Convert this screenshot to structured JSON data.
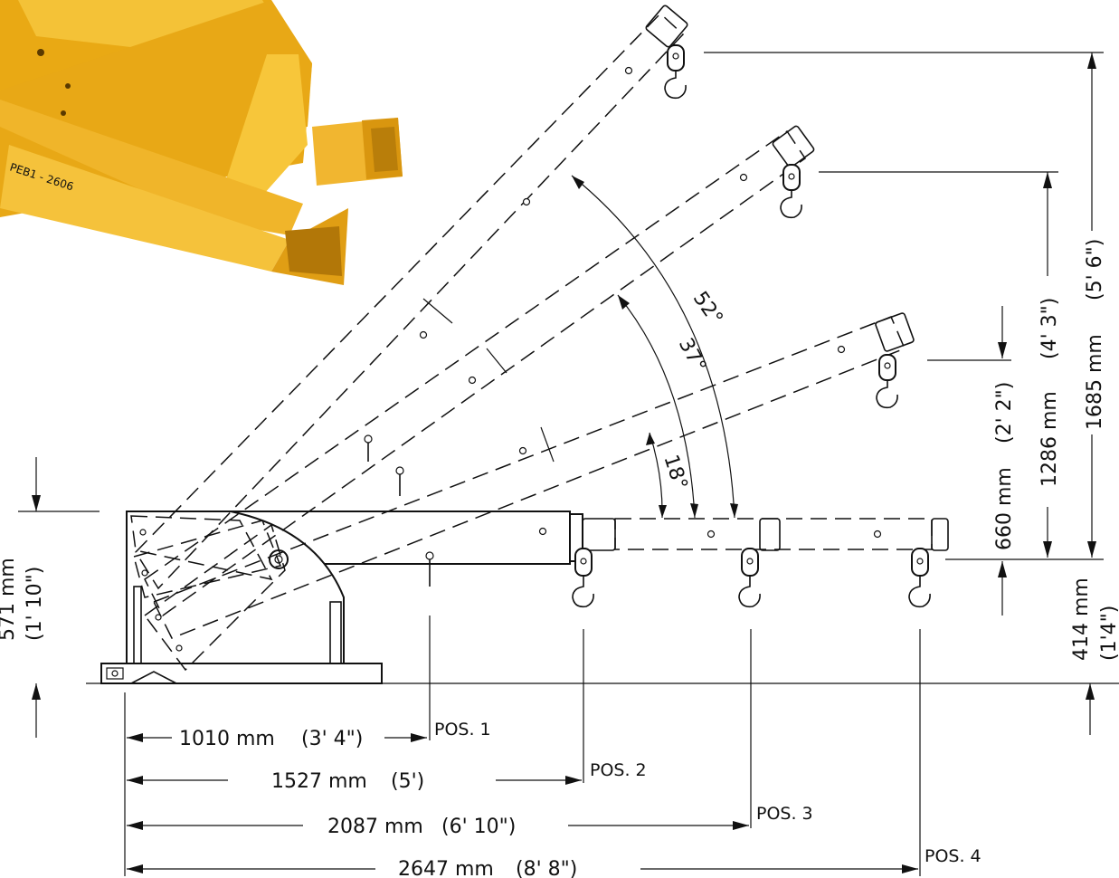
{
  "horizontal_dims": [
    {
      "value": "1010 mm",
      "imperial": "(3' 4\")",
      "position": "POS. 1"
    },
    {
      "value": "1527 mm",
      "imperial": "(5')",
      "position": "POS. 2"
    },
    {
      "value": "2087 mm",
      "imperial": "(6' 10\")",
      "position": "POS. 3"
    },
    {
      "value": "2647 mm",
      "imperial": "(8' 8\")",
      "position": "POS. 4"
    }
  ],
  "vertical_dims": {
    "base_height": {
      "value": "571 mm",
      "imperial": "(1' 10\")"
    },
    "hook_drop": {
      "value": "414 mm",
      "imperial": "(1'4\")"
    },
    "rise_18": {
      "value": "660 mm",
      "imperial": "(2' 2\")"
    },
    "rise_37": {
      "value": "1286 mm",
      "imperial": "(4' 3\")"
    },
    "rise_52": {
      "value": "1685 mm",
      "imperial": "(5' 6\")"
    }
  },
  "angles": {
    "a18": "18°",
    "a37": "37°",
    "a52": "52°"
  },
  "photo": {
    "stamp_text": "PEB1 - 2606",
    "color": "#f2b320"
  },
  "colors": {
    "line": "#111111",
    "background": "#ffffff"
  }
}
